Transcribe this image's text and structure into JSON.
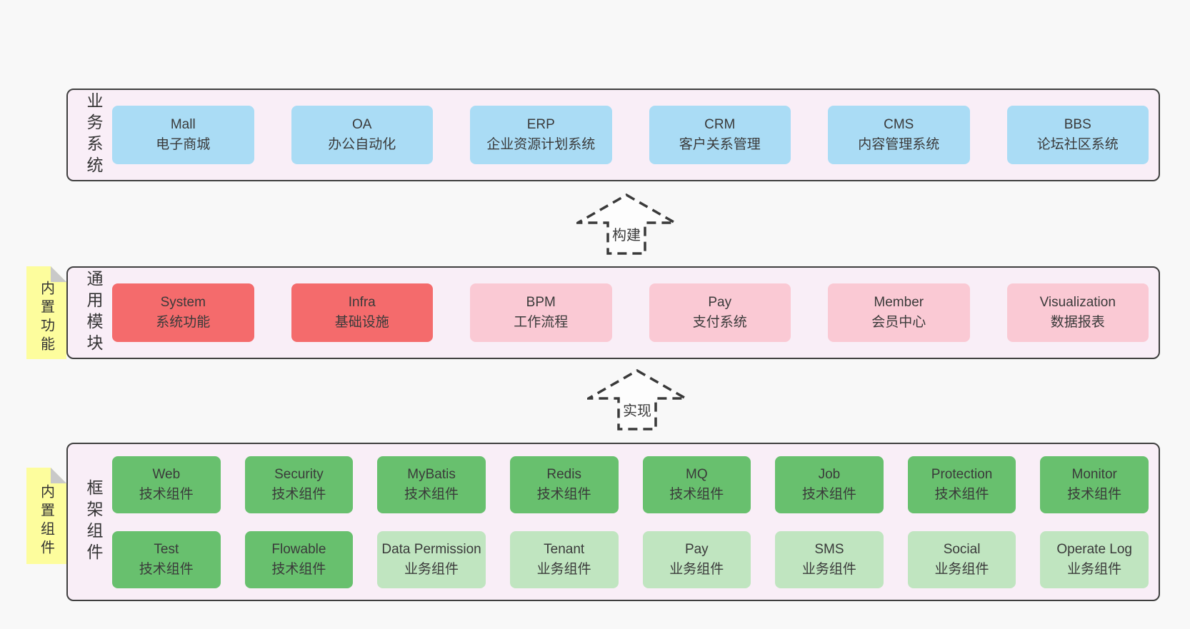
{
  "colors": {
    "page_background": "#f8f8f8",
    "container_fill": "#f9eef7",
    "container_border": "#3f3f3f",
    "blue_box": "#aadcf5",
    "red_box": "#f46b6c",
    "pink_box": "#fac9d4",
    "green_box": "#68c06e",
    "light_green_box": "#c0e5c0",
    "note_yellow": "#fdfd9d",
    "note_fold_gray": "#c9c9c9",
    "text": "#3a3a3a"
  },
  "arrows": [
    {
      "label": "构建"
    },
    {
      "label": "实现"
    }
  ],
  "layers": [
    {
      "label": "业务系统",
      "boxes": [
        {
          "title": "Mall",
          "subtitle": "电子商城",
          "variant": "blue"
        },
        {
          "title": "OA",
          "subtitle": "办公自动化",
          "variant": "blue"
        },
        {
          "title": "ERP",
          "subtitle": "企业资源计划系统",
          "variant": "blue"
        },
        {
          "title": "CRM",
          "subtitle": "客户关系管理",
          "variant": "blue"
        },
        {
          "title": "CMS",
          "subtitle": "内容管理系统",
          "variant": "blue"
        },
        {
          "title": "BBS",
          "subtitle": "论坛社区系统",
          "variant": "blue"
        }
      ]
    },
    {
      "label": "通用模块",
      "note": "内置功能",
      "boxes": [
        {
          "title": "System",
          "subtitle": "系统功能",
          "variant": "red"
        },
        {
          "title": "Infra",
          "subtitle": "基础设施",
          "variant": "red"
        },
        {
          "title": "BPM",
          "subtitle": "工作流程",
          "variant": "pink"
        },
        {
          "title": "Pay",
          "subtitle": "支付系统",
          "variant": "pink"
        },
        {
          "title": "Member",
          "subtitle": "会员中心",
          "variant": "pink"
        },
        {
          "title": "Visualization",
          "subtitle": "数据报表",
          "variant": "pink"
        }
      ]
    },
    {
      "label": "框架组件",
      "note": "内置组件",
      "boxes": [
        {
          "title": "Web",
          "subtitle": "技术组件",
          "variant": "green"
        },
        {
          "title": "Security",
          "subtitle": "技术组件",
          "variant": "green"
        },
        {
          "title": "MyBatis",
          "subtitle": "技术组件",
          "variant": "green"
        },
        {
          "title": "Redis",
          "subtitle": "技术组件",
          "variant": "green"
        },
        {
          "title": "MQ",
          "subtitle": "技术组件",
          "variant": "green"
        },
        {
          "title": "Job",
          "subtitle": "技术组件",
          "variant": "green"
        },
        {
          "title": "Protection",
          "subtitle": "技术组件",
          "variant": "green"
        },
        {
          "title": "Monitor",
          "subtitle": "技术组件",
          "variant": "green"
        },
        {
          "title": "Test",
          "subtitle": "技术组件",
          "variant": "green"
        },
        {
          "title": "Flowable",
          "subtitle": "技术组件",
          "variant": "green"
        },
        {
          "title": "Data Permission",
          "subtitle": "业务组件",
          "variant": "lightgreen"
        },
        {
          "title": "Tenant",
          "subtitle": "业务组件",
          "variant": "lightgreen"
        },
        {
          "title": "Pay",
          "subtitle": "业务组件",
          "variant": "lightgreen"
        },
        {
          "title": "SMS",
          "subtitle": "业务组件",
          "variant": "lightgreen"
        },
        {
          "title": "Social",
          "subtitle": "业务组件",
          "variant": "lightgreen"
        },
        {
          "title": "Operate Log",
          "subtitle": "业务组件",
          "variant": "lightgreen"
        }
      ]
    }
  ]
}
